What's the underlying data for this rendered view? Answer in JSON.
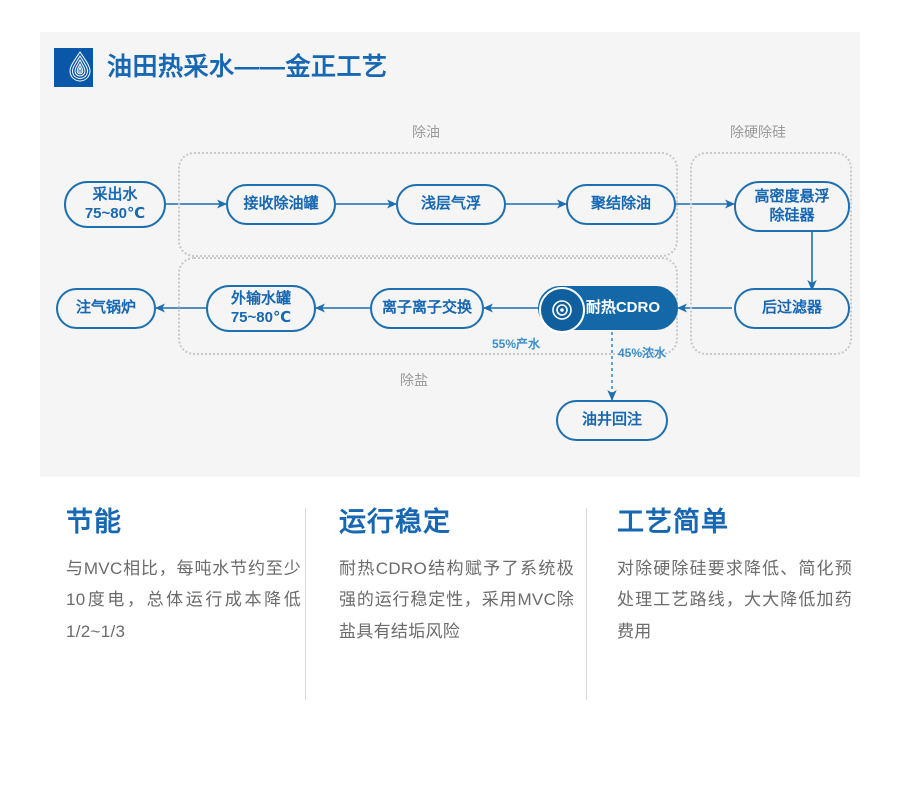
{
  "header": {
    "logo_name": "water-ripple-logo",
    "title": "油田热采水——金正工艺",
    "brand_color": "#1767b2"
  },
  "flowchart": {
    "accent": "#1d6fb0",
    "solid_fill": "#1568a8",
    "groups": [
      {
        "id": "deoiling",
        "label": "除油"
      },
      {
        "id": "desilicon",
        "label": "除硬除硅"
      },
      {
        "id": "desalting",
        "label": "除盐"
      }
    ],
    "nodes": [
      {
        "id": "produced-water",
        "label": "采出水\n75~80℃"
      },
      {
        "id": "receiving-tank",
        "label": "接收除油罐"
      },
      {
        "id": "shallow-flotation",
        "label": "浅层气浮"
      },
      {
        "id": "coalescing",
        "label": "聚结除油"
      },
      {
        "id": "hd-suspension",
        "label": "高密度悬浮\n除硅器"
      },
      {
        "id": "post-filter",
        "label": "后过滤器"
      },
      {
        "id": "cdro",
        "label": "耐热CDRO",
        "icon": "ring-target-icon"
      },
      {
        "id": "ion-exchange",
        "label": "离子离子交换"
      },
      {
        "id": "export-tank",
        "label": "外输水罐\n75~80℃"
      },
      {
        "id": "steam-boiler",
        "label": "注气锅炉"
      },
      {
        "id": "well-reinjection",
        "label": "油井回注"
      }
    ],
    "branch_labels": [
      {
        "id": "permeate",
        "text": "55%产水",
        "color": "#3a8ecb"
      },
      {
        "id": "concentrate",
        "text": "45%浓水",
        "color": "#3a8ecb"
      }
    ]
  },
  "features": [
    {
      "id": "energy-saving",
      "title": "节能",
      "body": "与MVC相比，每吨水节约至少10度电，总体运行成本降低1/2~1/3"
    },
    {
      "id": "stable-operation",
      "title": "运行稳定",
      "body": "耐热CDRO结构赋予了系统极强的运行稳定性，采用MVC除盐具有结垢风险"
    },
    {
      "id": "simple-process",
      "title": "工艺简单",
      "body": "对除硬除硅要求降低、简化预处理工艺路线，大大降低加药费用"
    }
  ]
}
